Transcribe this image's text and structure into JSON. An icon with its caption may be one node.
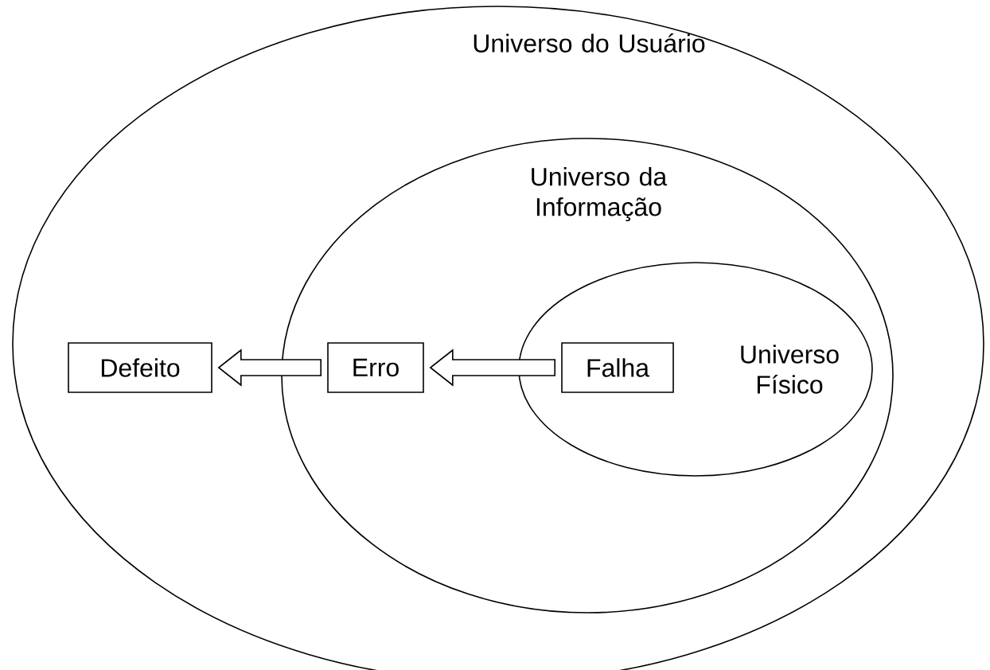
{
  "diagram": {
    "nodes": [
      {
        "text": [
          "Universo do Usuário"
        ]
      },
      {
        "text": [
          "Universo da Informação"
        ],
        "in": 0
      },
      {
        "text": [
          "Universo Físico"
        ],
        "in": 1
      },
      {
        "text": [
          "Defeito"
        ],
        "in": 0
      },
      {
        "text": [
          "Erro"
        ],
        "in": 1
      },
      {
        "text": [
          "Falha"
        ],
        "in": 2
      }
    ],
    "edges": [
      {
        "from": 5,
        "to": 4,
        "arrow": "to"
      },
      {
        "from": 4,
        "to": 3,
        "arrow": "to"
      }
    ]
  }
}
